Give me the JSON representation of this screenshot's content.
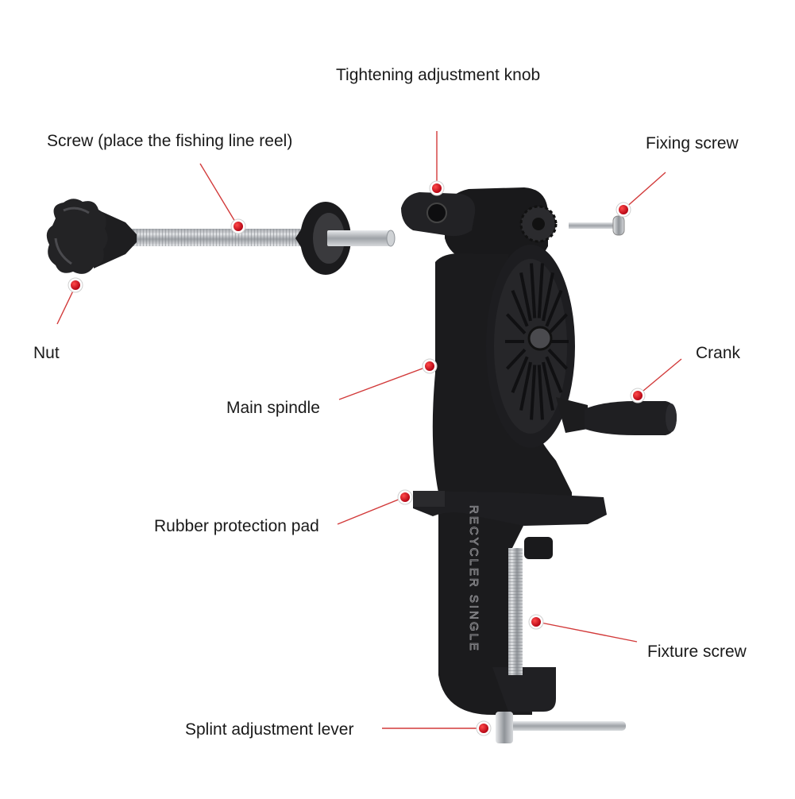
{
  "labels": {
    "tightening_knob": "Tightening adjustment knob",
    "screw": "Screw (place the fishing line reel)",
    "fixing_screw": "Fixing screw",
    "nut": "Nut",
    "crank": "Crank",
    "main_spindle": "Main spindle",
    "rubber_pad": "Rubber protection pad",
    "fixture_screw": "Fixture screw",
    "splint_lever": "Splint adjustment lever",
    "brand_text": "RECYCLER SINGLE"
  },
  "colors": {
    "leader_line": "#d23a3a",
    "marker_fill": "#d0101c",
    "body": "#1c1c1e",
    "metal": "#b9bcc0"
  }
}
